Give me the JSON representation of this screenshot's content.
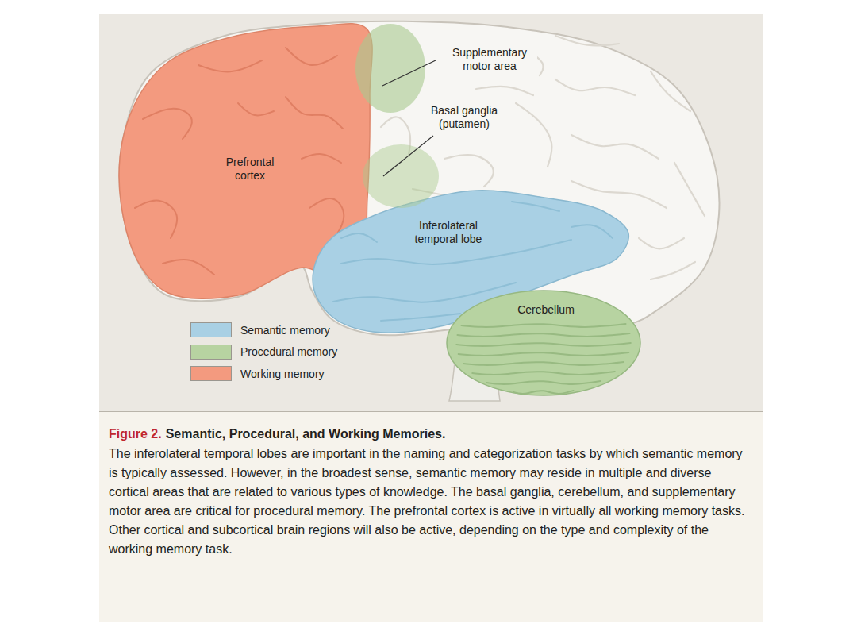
{
  "diagram": {
    "title": "Semantic, Procedural, and Working Memories.",
    "caption": "The inferolateral temporal lobes are important in the naming and categorization tasks by which semantic memory is typically assessed. However, in the broadest sense, semantic memory may reside in multiple and diverse cortical areas that are related to various types of knowledge. The basal ganglia, cerebellum, and supplementary motor area are critical for procedural memory. The prefrontal cortex is active in virtually all working memory tasks. Other cortical and subcortical brain regions will also be active, depending on the type and complexity of the working memory task.",
    "nodes": [
      {
        "text": [
          "Prefrontal cortex"
        ]
      },
      {
        "text": [
          "Inferolateral temporal lobe"
        ]
      },
      {
        "text": [
          "Cerebellum"
        ]
      }
    ],
    "labels": [
      "Supplementary motor area",
      "Basal ganglia (putamen)",
      "Figure 2."
    ],
    "legend": [
      {
        "text": "Semantic memory",
        "color": "#a9d0e4"
      },
      {
        "text": "Procedural memory",
        "color": "#b7d3a1"
      },
      {
        "text": "Working memory",
        "color": "#f39a7f"
      }
    ]
  }
}
